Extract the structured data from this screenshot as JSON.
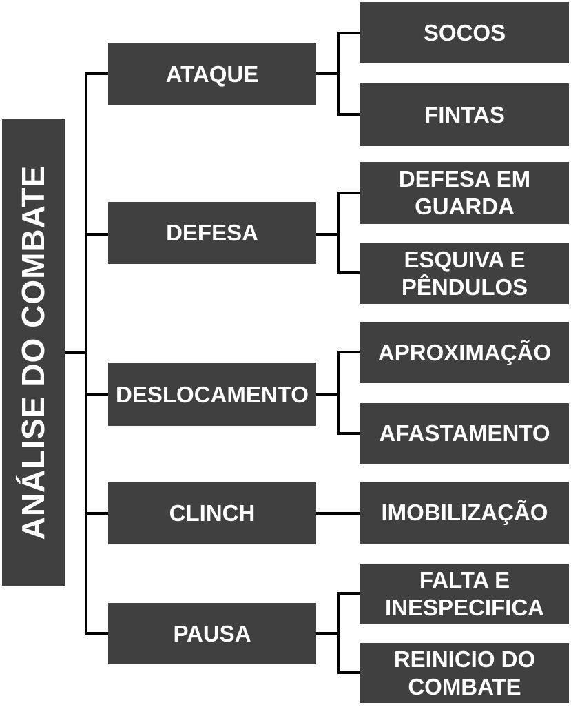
{
  "diagram": {
    "title": "ANÁLISE DO COMBATE",
    "root": {
      "label": "ANÁLISE DO COMBATE"
    },
    "branches": [
      {
        "label": "ATAQUE",
        "children": [
          {
            "label": "SOCOS"
          },
          {
            "label": "FINTAS"
          }
        ]
      },
      {
        "label": "DEFESA",
        "children": [
          {
            "label": "DEFESA EM GUARDA"
          },
          {
            "label": "ESQUIVA E PÊNDULOS"
          }
        ]
      },
      {
        "label": "DESLOCAMENTO",
        "children": [
          {
            "label": "APROXIMAÇÃO"
          },
          {
            "label": "AFASTAMENTO"
          }
        ]
      },
      {
        "label": "CLINCH",
        "children": [
          {
            "label": "IMOBILIZAÇÃO"
          }
        ]
      },
      {
        "label": "PAUSA",
        "children": [
          {
            "label": "FALTA E INESPECIFICA"
          },
          {
            "label": "REINICIO DO COMBATE"
          }
        ]
      }
    ],
    "colors": {
      "box_fill": "#404040",
      "box_text": "#ffffff",
      "connector": "#000000",
      "background": "#ffffff"
    }
  }
}
